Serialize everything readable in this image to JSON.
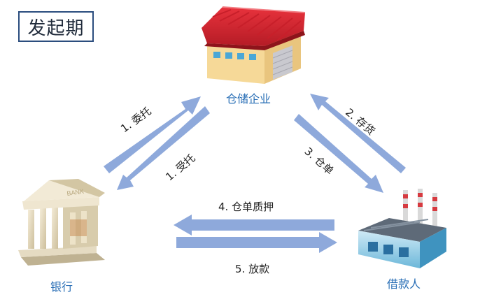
{
  "title": "发起期",
  "nodes": {
    "warehouse": "仓储企业",
    "bank": "银行",
    "borrower": "借款人"
  },
  "arrows": {
    "a1": "1. 委托",
    "a1b": "1. 受托",
    "a2": "2. 存货",
    "a3": "3. 仓单",
    "a4": "4. 仓单质押",
    "a5": "5. 放款"
  },
  "colors": {
    "arrow": "#8ea9db",
    "label_blue": "#2a6fb6",
    "title_border": "#2b4d7e"
  }
}
